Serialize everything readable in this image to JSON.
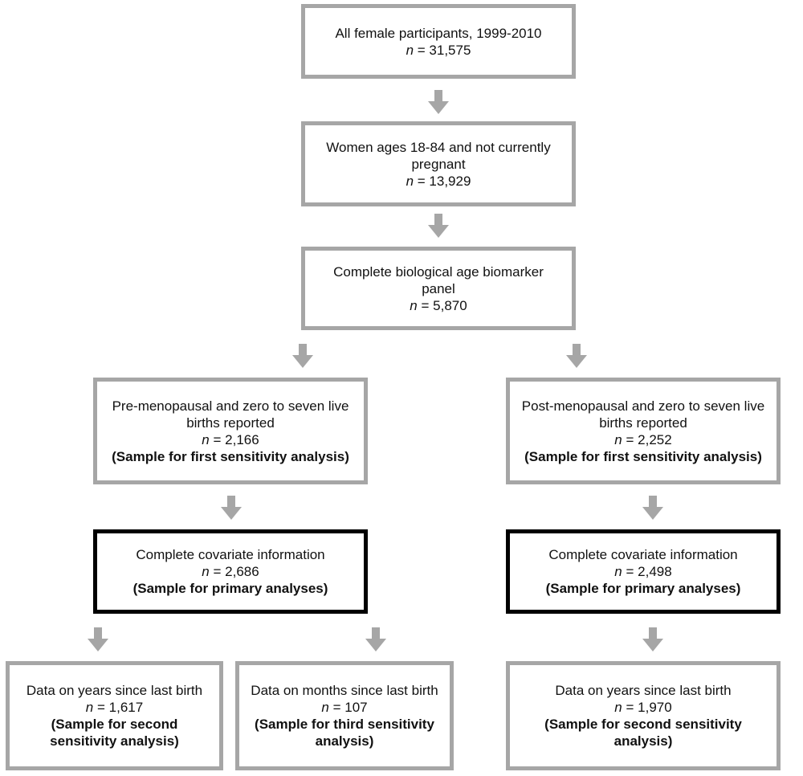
{
  "n_symbol": "n",
  "colors": {
    "box_border": "#a6a6a6",
    "primary_border": "#000000",
    "arrow": "#a6a6a6"
  },
  "boxes": {
    "all": {
      "line1": "All female participants, 1999-2010",
      "n_value": " = 31,575"
    },
    "women": {
      "line1": "Women ages 18-84 and not currently pregnant",
      "n_value": " = 13,929"
    },
    "complete_bio": {
      "line1": "Complete biological age biomarker panel",
      "n_value": " = 5,870"
    },
    "pre_meno": {
      "line1": "Pre-menopausal  and zero to seven live births reported",
      "n_value": " = 2,166",
      "note": "(Sample for first sensitivity analysis)"
    },
    "post_meno": {
      "line1": "Post-menopausal  and zero to seven live births reported",
      "n_value": " = 2,252",
      "note": "(Sample for first sensitivity analysis)"
    },
    "covariate_left": {
      "line1": "Complete covariate information",
      "n_value": " = 2,686",
      "note": "(Sample for primary analyses)"
    },
    "covariate_right": {
      "line1": "Complete covariate information",
      "n_value": " = 2,498",
      "note": "(Sample for primary analyses)"
    },
    "years_left": {
      "line1": "Data on years since last birth",
      "n_value": " = 1,617",
      "note": "(Sample for second sensitivity  analysis)"
    },
    "months_mid": {
      "line1": "Data on months since last birth",
      "n_value": " = 107",
      "note": "(Sample for third sensitivity  analysis)"
    },
    "years_right": {
      "line1": "Data on years since last birth",
      "n_value": " = 1,970",
      "note": "(Sample for second sensitivity analysis)"
    }
  }
}
